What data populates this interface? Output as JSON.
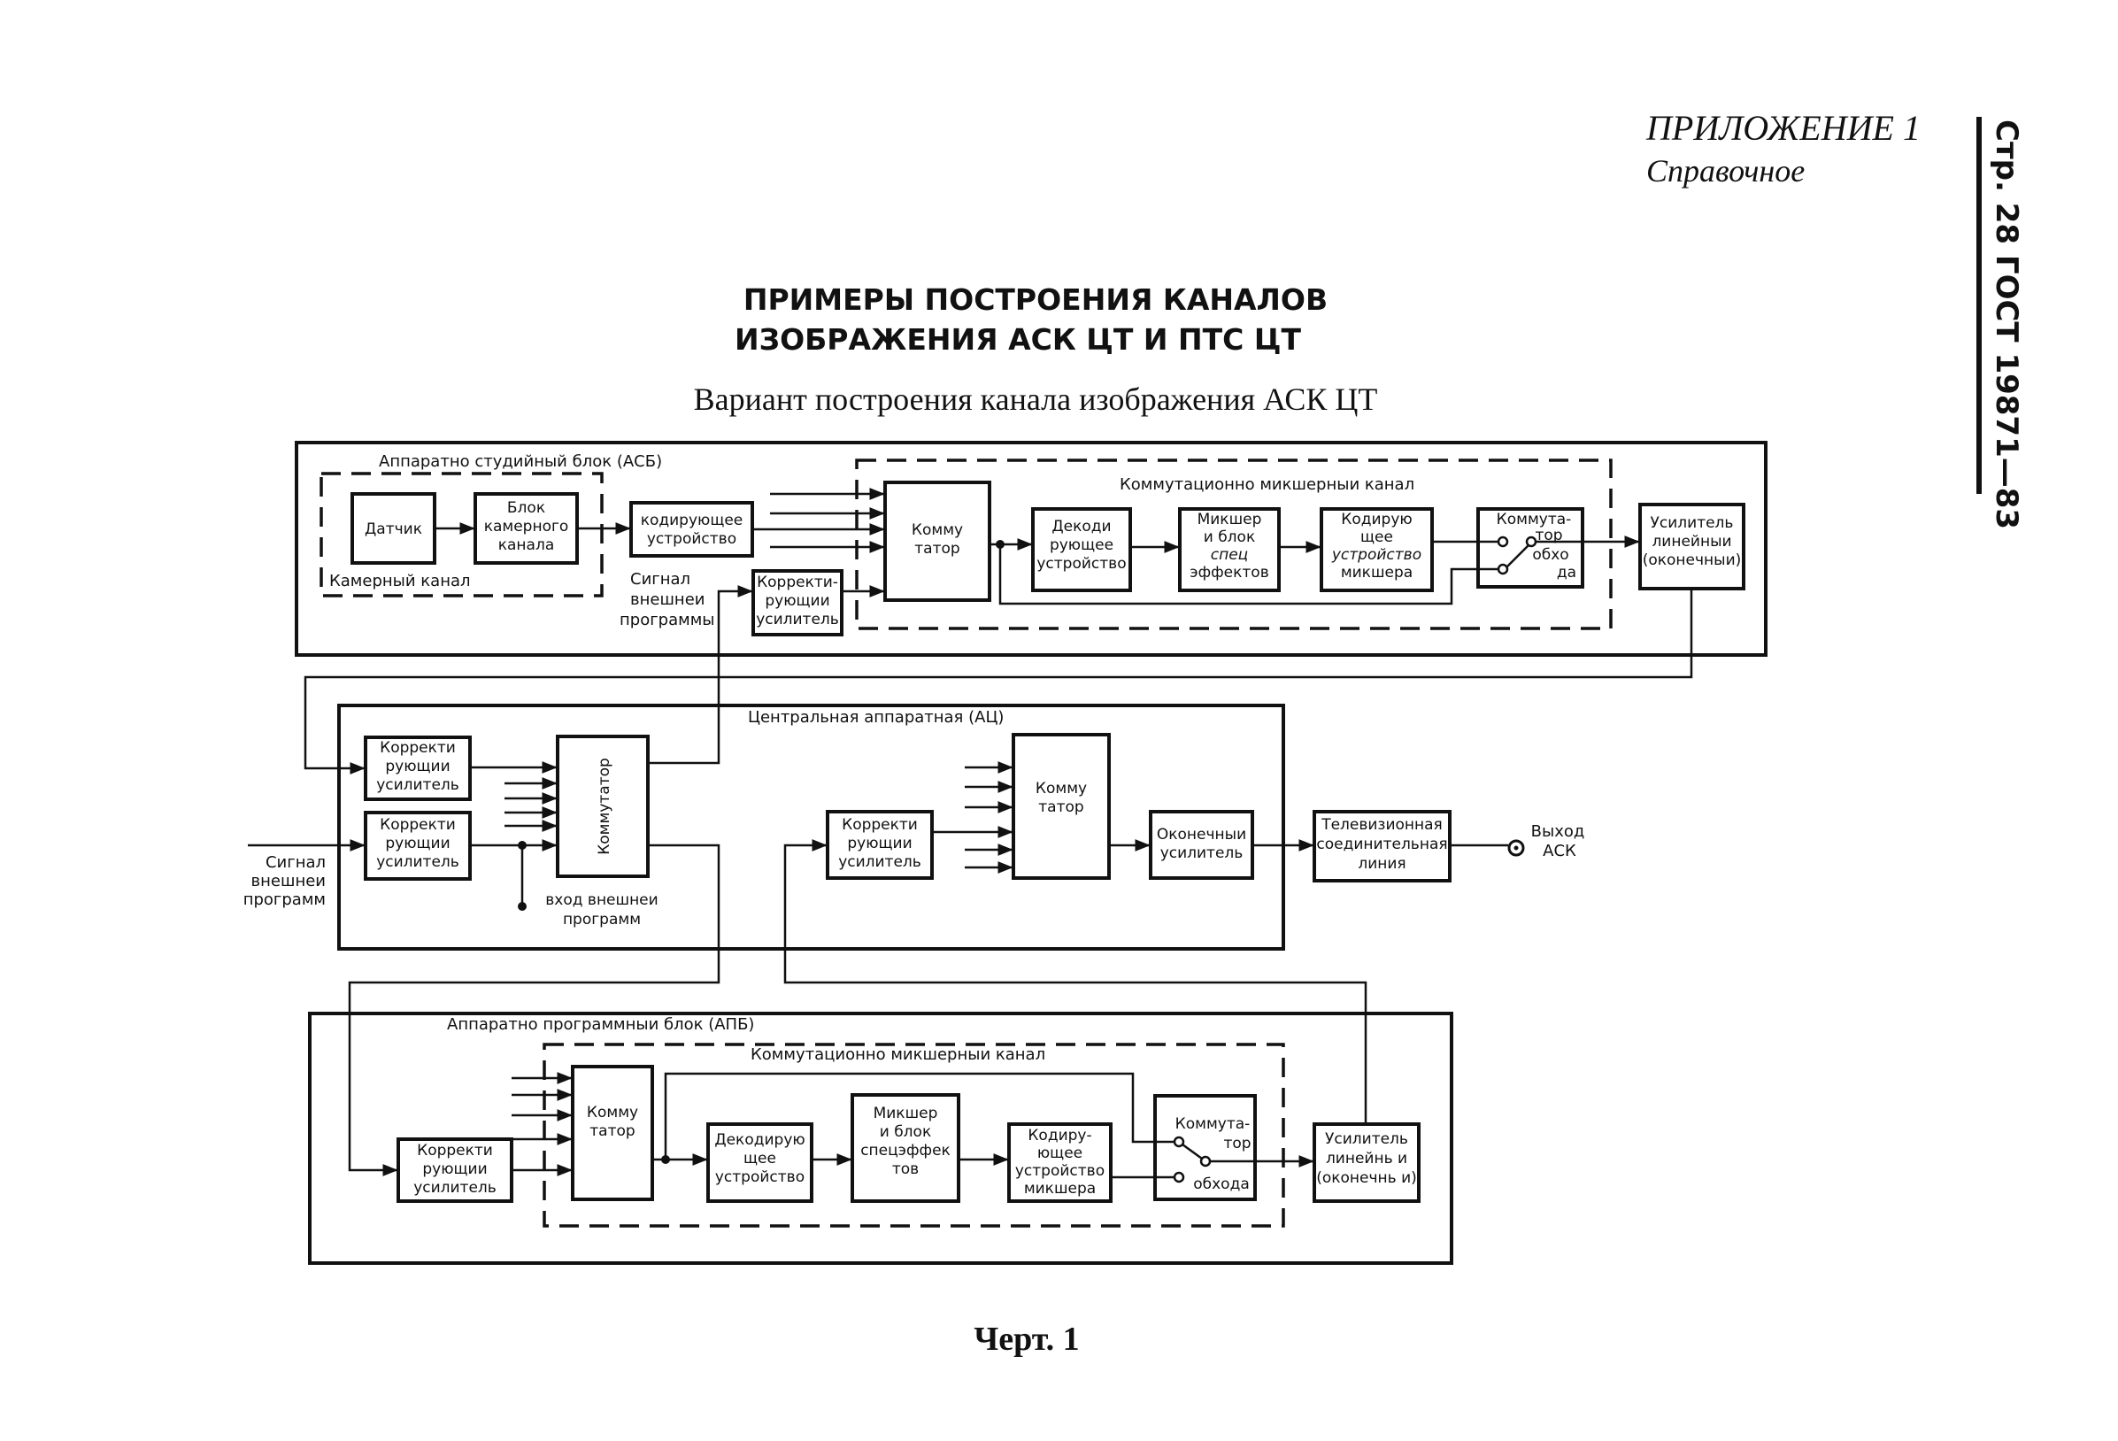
{
  "header": {
    "appendix": "ПРИЛОЖЕНИЕ 1",
    "reference": "Справочное",
    "side_note": "Стр. 28 ГОСТ 19871—83"
  },
  "title": {
    "line1": "ПРИМЕРЫ ПОСТРОЕНИЯ КАНАЛОВ",
    "line2": "ИЗОБРАЖЕНИЯ АСК ЦТ И ПТС ЦТ",
    "variant": "Вариант построения канала изображения АСК ЦТ"
  },
  "asb": {
    "label": "Аппаратно студийный блок (АСБ)",
    "camera_channel": "Камерный канал",
    "sensor": [
      "Датчик"
    ],
    "camera_unit": [
      "Блок",
      "камерного",
      "канала"
    ],
    "encoder": [
      "кодирующее",
      "устройство"
    ],
    "ext_signal": [
      "Сигнал",
      "внешнеи",
      "программы"
    ],
    "corrector": [
      "Корректи-",
      "рующии",
      "усилитель"
    ],
    "mix_channel": "Коммутационно микшерныи канал",
    "switcher": [
      "Комму",
      "татор"
    ],
    "decoder": [
      "Декоди",
      "рующее",
      "устройство"
    ],
    "mixer": [
      "Микшер",
      "и блок",
      "спец",
      "эффектов"
    ],
    "mixer_encoder": [
      "Кодирую",
      "щее",
      "устройство",
      "микшера"
    ],
    "bypass": [
      "Коммута-",
      "тор",
      "обхо",
      "да"
    ],
    "line_amp": [
      "Усилитель",
      "линейныи",
      "(оконечныи)"
    ]
  },
  "ac": {
    "label": "Центральная аппаратная (АЦ)",
    "corrector1": [
      "Корректи",
      "рующии",
      "усилитель"
    ],
    "corrector2": [
      "Корректи",
      "рующии",
      "усилитель"
    ],
    "switcher": "Коммутатор",
    "ext_input": [
      "вход внешнеи",
      "программ"
    ],
    "ext_signal": [
      "Сигнал",
      "внешнеи",
      "программ"
    ],
    "corrector3": [
      "Корректи",
      "рующии",
      "усилитель"
    ],
    "switcher2": [
      "Комму",
      "татор"
    ],
    "final_amp": [
      "Оконечныи",
      "усилитель"
    ],
    "tv_line": [
      "Телевизионная",
      "соединительная",
      "линия"
    ],
    "output": [
      "Выход",
      "АСК"
    ]
  },
  "apb": {
    "label": "Аппаратно программныи блок (АПБ)",
    "mix_channel": "Коммутационно микшерныи канал",
    "corrector": [
      "Корректи",
      "рующии",
      "усилитель"
    ],
    "switcher": [
      "Комму",
      "татор"
    ],
    "decoder": [
      "Декодирую",
      "щее",
      "устройство"
    ],
    "mixer": [
      "Микшер",
      "и блок",
      "спецэффек",
      "тов"
    ],
    "mixer_encoder": [
      "Кодиру-",
      "ющее",
      "устройство",
      "микшера"
    ],
    "bypass": [
      "Коммута-",
      "тор",
      "обхода"
    ],
    "line_amp": [
      "Усилитель",
      "линейнь и",
      "(оконечнь и)"
    ]
  },
  "caption": "Черт. 1"
}
